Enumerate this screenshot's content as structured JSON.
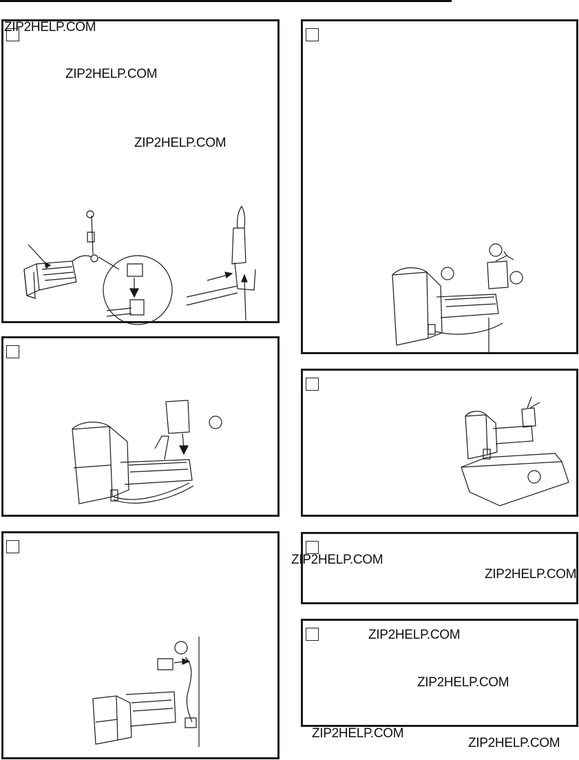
{
  "watermark": "ZIP2HELP.COM",
  "colors": {
    "ink": "#1a1a1a",
    "paper": "#ffffff"
  },
  "panels": [
    {
      "id": "step-1",
      "illustration": "water-line-disconnect"
    },
    {
      "id": "step-2",
      "illustration": "ice-maker-with-shield"
    },
    {
      "id": "step-3",
      "illustration": "harness-disconnect"
    },
    {
      "id": "step-4",
      "illustration": "ice-maker-mounting"
    },
    {
      "id": "step-5",
      "illustration": "ice-maker-with-bin"
    },
    {
      "id": "step-6"
    },
    {
      "id": "step-7"
    }
  ]
}
